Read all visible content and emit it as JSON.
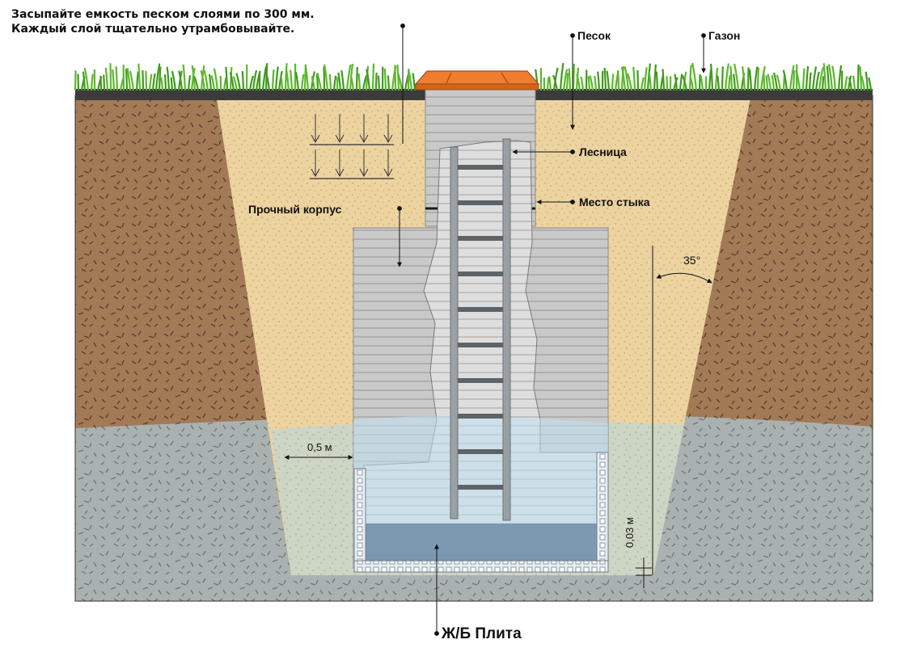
{
  "instructions": {
    "line1": "Засыпайте емкость песком слоями по 300 мм.",
    "line2": "Каждый слой тщательно утрамбовывайте."
  },
  "labels": {
    "sand": "Песок",
    "lawn": "Газон",
    "ladder": "Лесница",
    "joint": "Место стыка",
    "body": "Прочный корпус",
    "slab": "Ж/Б Плита"
  },
  "dimensions": {
    "angle": "35°",
    "offset": "0,5 м",
    "gap": "0,03 м"
  },
  "colors": {
    "grass": "#3f9a1c",
    "soil": "#a27a56",
    "sand": "#ecd3a0",
    "groundwater": "#b9c6c3",
    "tank": "#d7d7d7",
    "water": "#bfe0f2",
    "lid": "#ee7d2e",
    "slab": "#6f8da8"
  }
}
